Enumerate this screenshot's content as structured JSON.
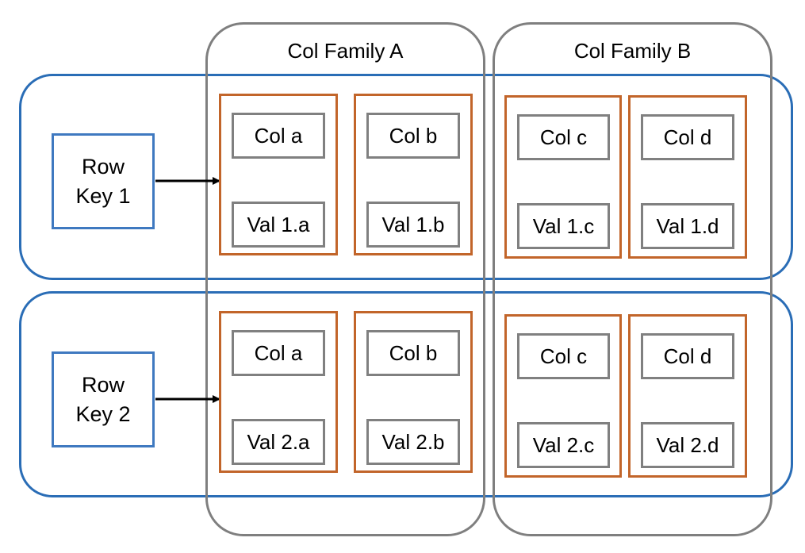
{
  "column_families": [
    {
      "label": "Col Family A"
    },
    {
      "label": "Col Family B"
    }
  ],
  "rows": [
    {
      "key_line1": "Row",
      "key_line2": "Key 1",
      "cells": [
        {
          "col": "Col a",
          "val": "Val 1.a"
        },
        {
          "col": "Col b",
          "val": "Val 1.b"
        },
        {
          "col": "Col c",
          "val": "Val 1.c"
        },
        {
          "col": "Col d",
          "val": "Val 1.d"
        }
      ]
    },
    {
      "key_line1": "Row",
      "key_line2": "Key 2",
      "cells": [
        {
          "col": "Col a",
          "val": "Val 2.a"
        },
        {
          "col": "Col b",
          "val": "Val 2.b"
        },
        {
          "col": "Col c",
          "val": "Val 2.c"
        },
        {
          "col": "Col d",
          "val": "Val 2.d"
        }
      ]
    }
  ],
  "colors": {
    "row_border": "#2a6db6",
    "family_border": "#7f7f7f",
    "cell_border": "#c2652a",
    "inner_border": "#808080"
  }
}
